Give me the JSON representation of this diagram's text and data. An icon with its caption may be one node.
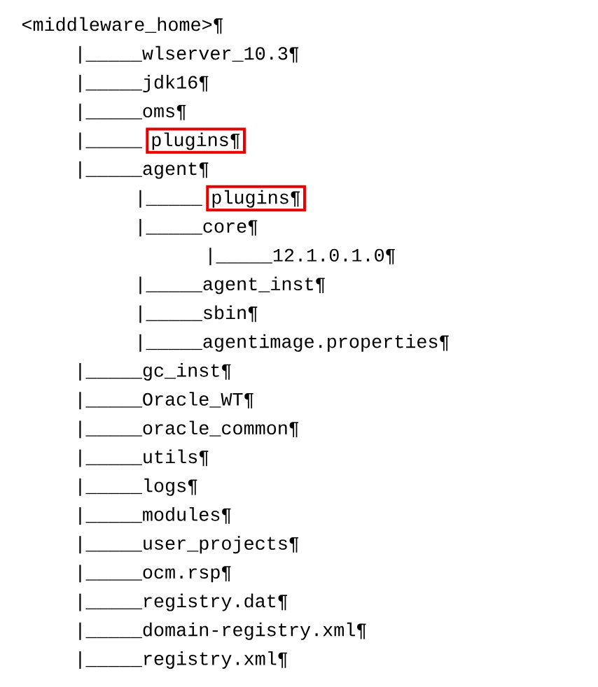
{
  "diagram": {
    "nodes": [
      {
        "text": [
          "plugins¶"
        ]
      },
      {
        "text": [
          "plugins¶"
        ]
      }
    ],
    "labels": [
      "<middleware_home>¶",
      "|_____wlserver_10.3¶",
      "|_____jdk16¶",
      "|_____oms¶",
      "|_____",
      "|_____agent¶",
      "|_____",
      "|_____core¶",
      "|_____12.1.0.1.0¶",
      "|_____agent_inst¶",
      "|_____sbin¶",
      "|_____agentimage.properties¶",
      "|_____gc_inst¶",
      "|_____Oracle_WT¶",
      "|_____oracle_common¶",
      "|_____utils¶",
      "|_____logs¶",
      "|_____modules¶",
      "|_____user_projects¶",
      "|_____ocm.rsp¶",
      "|_____registry.dat¶",
      "|_____domain-registry.xml¶",
      "|_____registry.xml¶"
    ]
  }
}
